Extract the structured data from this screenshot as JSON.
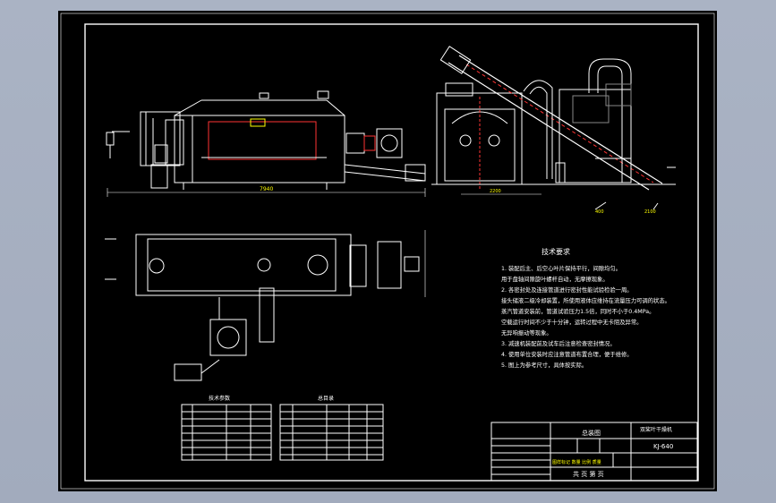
{
  "drawing": {
    "dimensions": {
      "front_length": "7940",
      "side_width": "2200",
      "side_label_a": "400",
      "side_label_b": "2100"
    },
    "tech": {
      "title": "技术要求",
      "lines": [
        "1. 装配后主、后空心叶片保持平行，间隙均匀。",
        "   用于盘轴间隙旋叶螺杆自动，无摩擦现象。",
        "2. 各密封处及连接管道进行密封性能试验检验一周。",
        "接头储液二级冷却装置，所使用液体应维持在流量压力可调的状态。",
        "蒸汽管道安装前，管道试验压力1.5倍，同时不小于0.4MPa。",
        "空载运行时间不少于十分钟，运转过程中无卡阻及异常。",
        "无异响振动等现象。",
        "3. 减速机装配前及试车后注意检查密封情况。",
        "4. 使用单位安装时应注意管道布置合理，便于维修。",
        "5. 图上为参考尺寸，具体按实际。"
      ]
    },
    "param_table": {
      "title": "技术参数",
      "rows": 8
    },
    "parts_table": {
      "title": "总目录",
      "rows": 8
    },
    "title_block": {
      "drawing_name": "总装图",
      "machine_name": "双桨叶干燥机",
      "model": "KJ-640",
      "scale_label": "图样标记  数量  比例  质量",
      "footer": "共  页  第  页"
    }
  }
}
